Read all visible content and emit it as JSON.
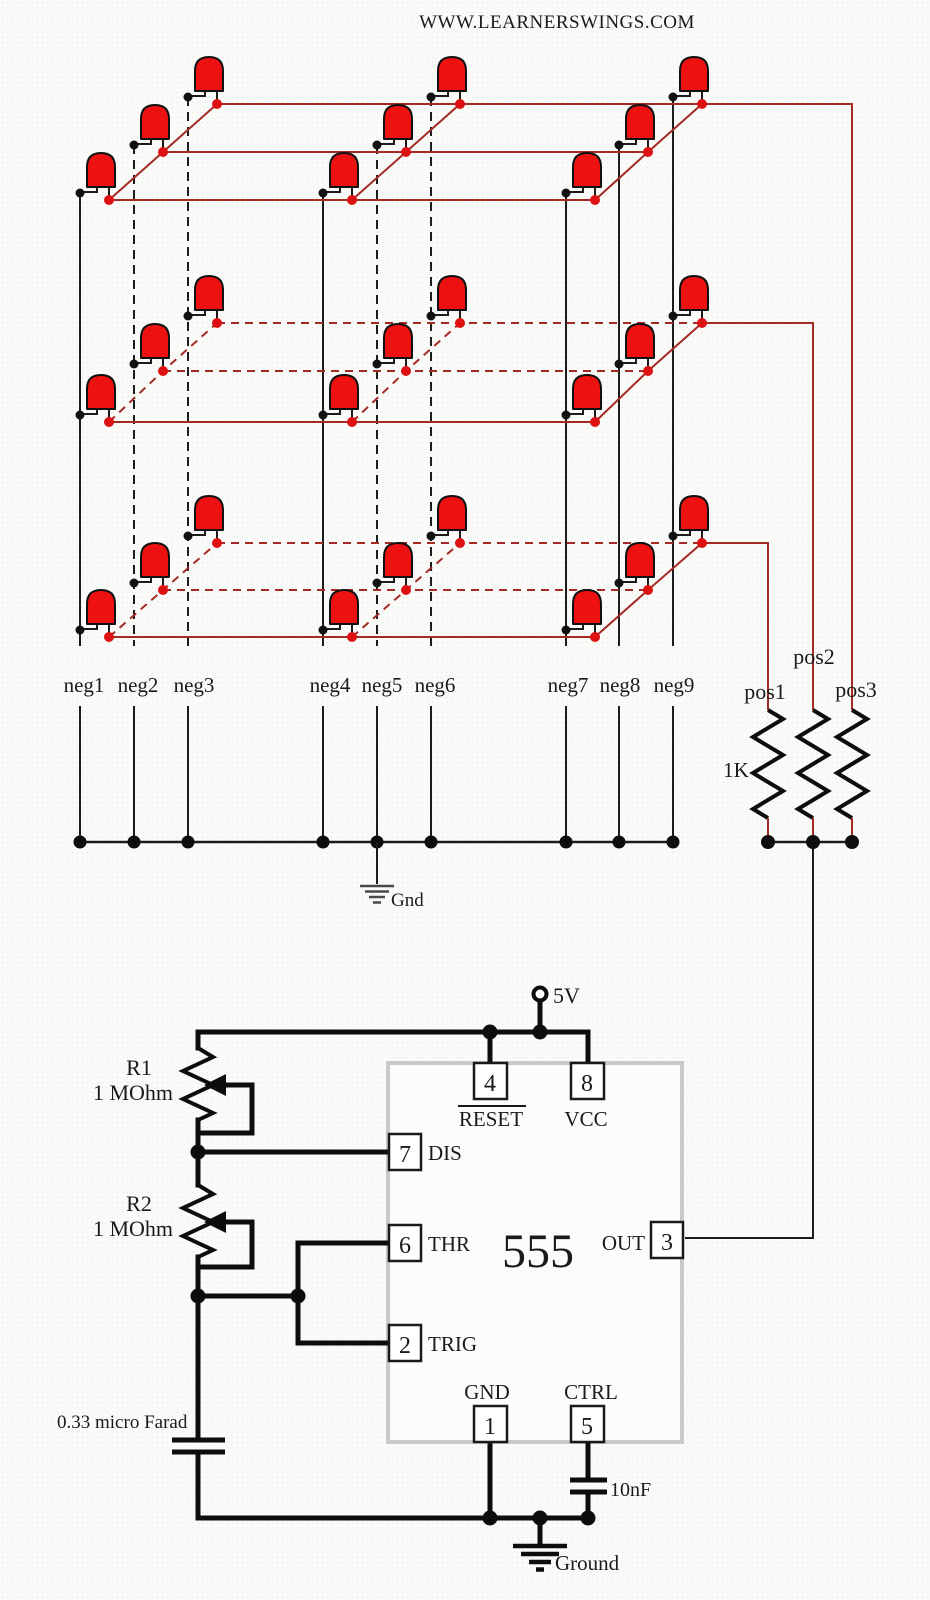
{
  "title": "WWW.LEARNERSWINGS.COM",
  "colors": {
    "led_red": "#ee1111",
    "wire_red": "#a32b24",
    "wire_black": "#1c1c1c",
    "chip_outline_gray": "#c9c9c9"
  },
  "cube": {
    "led_count": 27,
    "neg_labels": [
      "neg1",
      "neg2",
      "neg3",
      "neg4",
      "neg5",
      "neg6",
      "neg7",
      "neg8",
      "neg9"
    ],
    "pos_labels": [
      "pos1",
      "pos2",
      "pos3"
    ],
    "resistor_value": "1K",
    "ground_label": "Gnd"
  },
  "timer_circuit": {
    "chip_label": "555",
    "supply_label": "5V",
    "pins": [
      {
        "id": "reset",
        "num": "4",
        "label": "RESET"
      },
      {
        "id": "vcc",
        "num": "8",
        "label": "VCC"
      },
      {
        "id": "dis",
        "num": "7",
        "label": "DIS"
      },
      {
        "id": "thr",
        "num": "6",
        "label": "THR"
      },
      {
        "id": "trig",
        "num": "2",
        "label": "TRIG"
      },
      {
        "id": "out",
        "num": "3",
        "label": "OUT"
      },
      {
        "id": "gnd",
        "num": "1",
        "label": "GND"
      },
      {
        "id": "ctrl",
        "num": "5",
        "label": "CTRL"
      }
    ],
    "r1_name": "R1",
    "r1_value": "1 MOhm",
    "r2_name": "R2",
    "r2_value": "1 MOhm",
    "c1_value": "0.33 micro Farad",
    "c2_value": "10nF",
    "ground_label": "Ground"
  }
}
